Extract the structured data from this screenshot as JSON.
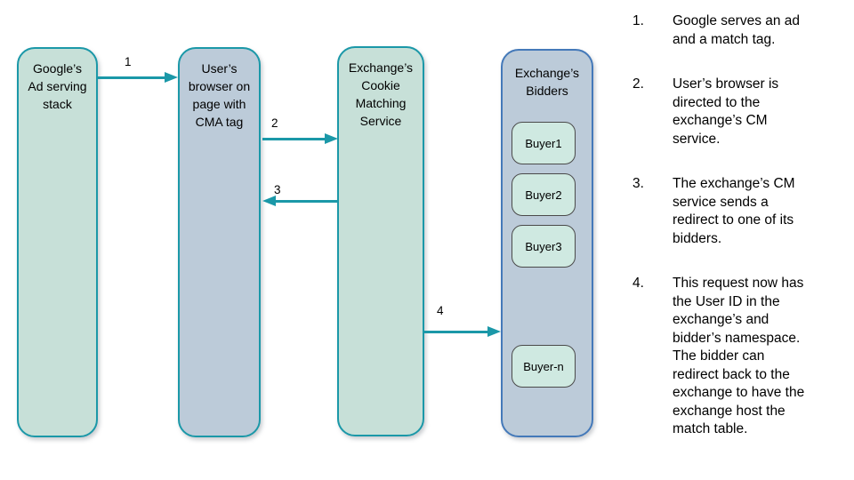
{
  "colors": {
    "teal_accent": "#1b98a8",
    "green_node_fill": "#c7e0d8",
    "blue_node_fill": "#bccbd9",
    "bidders_border": "#4479b9",
    "buyer_fill": "#cfe9e1",
    "buyer_border": "#4a4a4a"
  },
  "nodes": {
    "google": {
      "label": "Google’s\nAd serving\nstack"
    },
    "browser": {
      "label": "User’s\nbrowser on\npage with\nCMA tag"
    },
    "cm_service": {
      "label": "Exchange’s\nCookie\nMatching\nService"
    },
    "bidders": {
      "label": "Exchange’s\nBidders",
      "buyers": [
        "Buyer1",
        "Buyer2",
        "Buyer3",
        "Buyer-n"
      ]
    }
  },
  "arrows": [
    {
      "label": "1"
    },
    {
      "label": "2"
    },
    {
      "label": "3"
    },
    {
      "label": "4"
    }
  ],
  "steps": [
    {
      "num": "1.",
      "text": "Google serves an ad\nand a match tag."
    },
    {
      "num": "2.",
      "text": "User’s browser is\ndirected to the\nexchange’s CM\nservice."
    },
    {
      "num": "3.",
      "text": "The exchange’s CM\nservice sends a\nredirect to one of its\nbidders."
    },
    {
      "num": "4.",
      "text": "This request now has\nthe User ID in the\nexchange’s and\nbidder’s namespace.\nThe bidder can\nredirect back to the\nexchange to have the\nexchange host the\nmatch table."
    }
  ]
}
